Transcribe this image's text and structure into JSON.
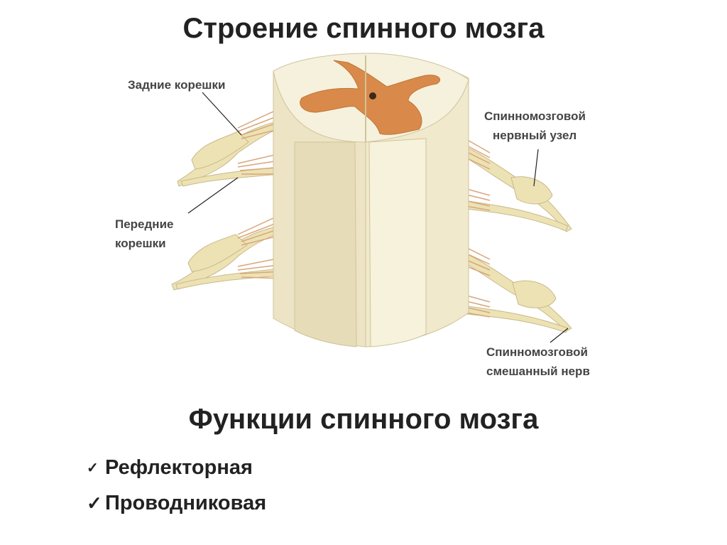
{
  "title": "Строение спинного мозга",
  "labels": {
    "posterior_roots": "Задние корешки",
    "anterior_roots": [
      "Передние",
      "корешки"
    ],
    "ganglion": [
      "Спинномозговой",
      "нервный узел"
    ],
    "mixed_nerve": [
      "Спинномозговой",
      "смешанный нерв"
    ]
  },
  "functions": {
    "heading": "Функции спинного мозга",
    "items": [
      "Рефлекторная",
      "Проводниковая"
    ],
    "check_icon": "checkmark-icon"
  },
  "colors": {
    "white_matter": "#f3edd3",
    "white_matter_shade": "#e6dcb8",
    "grey_matter": "#d98a4a",
    "nerve": "#ece2b4",
    "root_fibers": "#d9a57a",
    "text": "#222222"
  }
}
